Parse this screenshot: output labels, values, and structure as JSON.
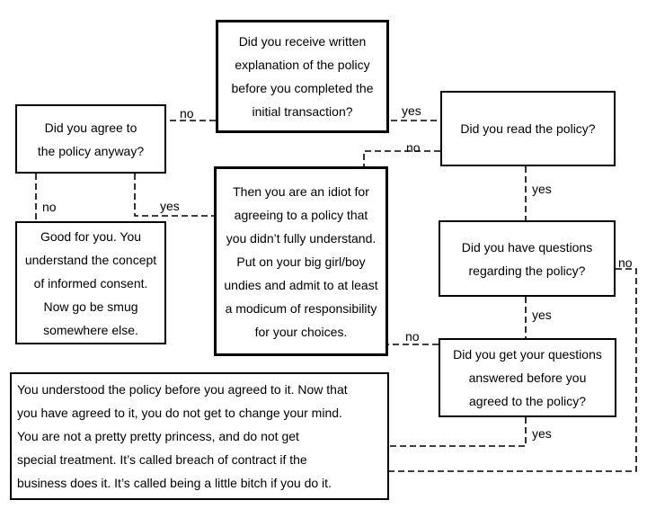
{
  "nodes": {
    "written_explanation": "Did you receive written\nexplanation of the policy\nbefore you completed the\ninitial transaction?",
    "agree_anyway": "Did you agree to\nthe policy anyway?",
    "read_policy": "Did you read the policy?",
    "idiot": "Then you are an idiot for\nagreeing to a policy that\nyou didn’t fully understand.\nPut on your big  girl/boy\nundies and admit to at least\na modicum of responsibility\nfor your choices.",
    "good_for_you": "Good for you.  You\nunderstand the concept\nof informed consent.\nNow go be smug\nsomewhere else.",
    "have_questions": "Did you have questions\nregarding the policy?",
    "questions_answered": "Did you get your questions\nanswered before you\nagreed to the policy?",
    "understood": "You understood the policy before you agreed to it.  Now that\nyou have agreed to it, you do not get to change your mind.\nYou are not a pretty pretty princess, and do not get\nspecial treatment. It’s called breach of contract if the\nbusiness does it.  It’s called being a little bitch if you do it."
  },
  "edges": {
    "written_to_agree": "no",
    "written_to_read": "yes",
    "read_to_idiot": "no",
    "read_to_questions": "yes",
    "agree_to_good": "no",
    "agree_to_idiot": "yes",
    "questions_to_understood": "no",
    "questions_to_answered": "yes",
    "answered_to_idiot": "no",
    "answered_to_understood": "yes"
  }
}
